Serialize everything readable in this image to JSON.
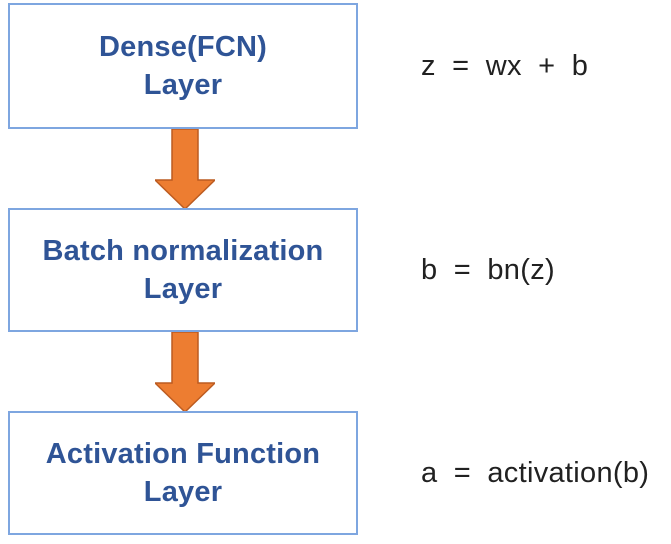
{
  "diagram": {
    "colors": {
      "box_border": "#7EA6E0",
      "box_text": "#2F5496",
      "arrow_fill": "#ED7D31",
      "arrow_stroke": "#BC5B20",
      "equation_text": "#212121"
    },
    "nodes": [
      {
        "id": "dense-layer",
        "label": "Dense(FCN)\nLayer",
        "equation": "z = wx + b"
      },
      {
        "id": "batch-norm-layer",
        "label": "Batch normalization\nLayer",
        "equation": "b = bn(z)"
      },
      {
        "id": "activation-layer",
        "label": "Activation Function\nLayer",
        "equation": "a = activation(b)"
      }
    ],
    "arrows": [
      {
        "icon": "down-arrow-icon",
        "from": "Dense(FCN) Layer",
        "to": "Batch normalization Layer"
      },
      {
        "icon": "down-arrow-icon",
        "from": "Batch normalization Layer",
        "to": "Activation Function Layer"
      }
    ]
  }
}
